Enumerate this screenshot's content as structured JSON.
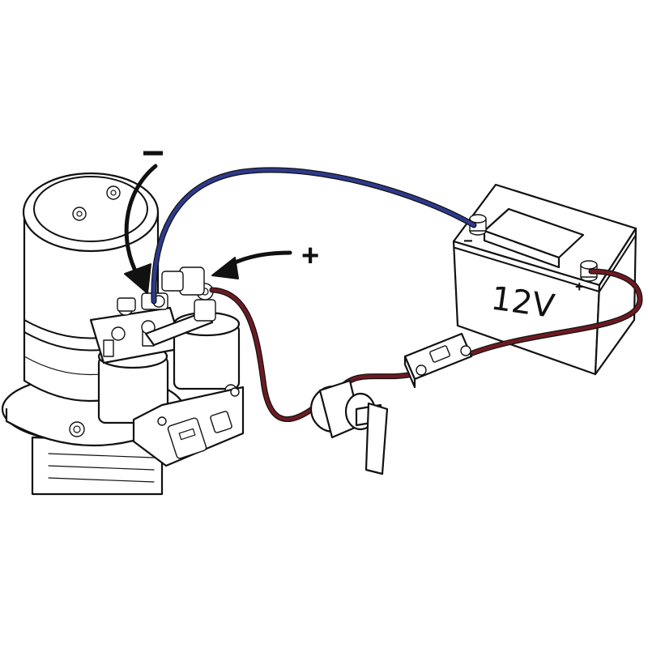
{
  "diagram": {
    "negative_label": "−",
    "positive_label": "+",
    "battery": {
      "voltage_label": "12V",
      "negative_terminal_label": "−",
      "positive_terminal_label": "+"
    },
    "colors": {
      "negative_cable": "#2e3a8c",
      "positive_cable": "#6e1a22",
      "outline": "#111111",
      "background": "#ffffff"
    },
    "icons": [
      "hydraulic-power-unit",
      "battery-12v",
      "inline-fuse-holder",
      "battery-disconnect-switch",
      "callout-arrow"
    ]
  }
}
